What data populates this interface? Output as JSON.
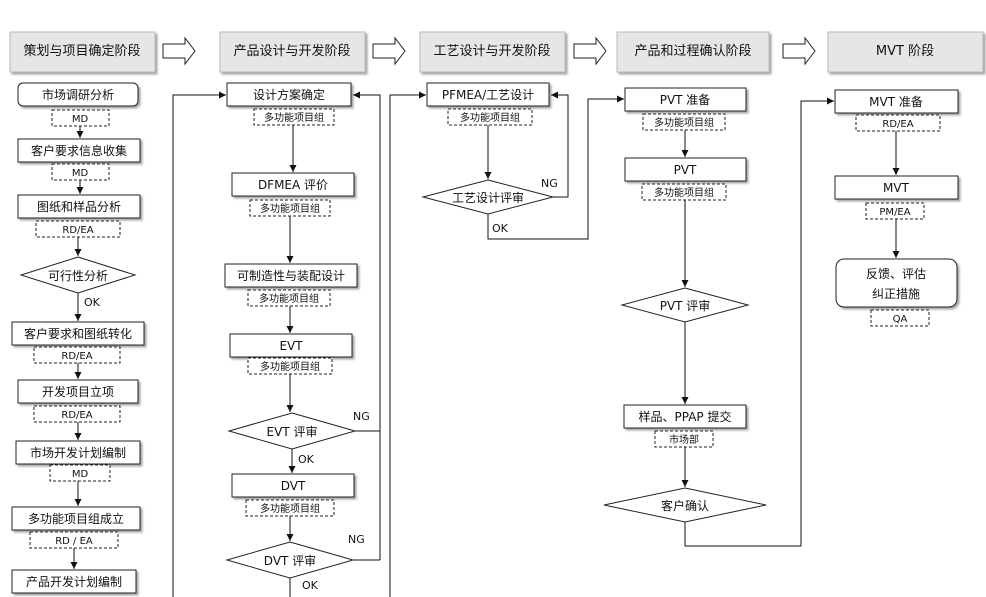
{
  "phases": [
    {
      "label": "策划与项目确定阶段"
    },
    {
      "label": "产品设计与开发阶段"
    },
    {
      "label": "工艺设计与开发阶段"
    },
    {
      "label": "产品和过程确认阶段"
    },
    {
      "label": "MVT 阶段"
    }
  ],
  "phase1": {
    "market_research": "市场调研分析",
    "market_research_owner": "MD",
    "customer_info": "客户要求信息收集",
    "customer_info_owner": "MD",
    "drawing_analysis": "图纸和样品分析",
    "drawing_analysis_owner": "RD/EA",
    "feasibility": "可行性分析",
    "feasibility_ok": "OK",
    "requirement_conversion": "客户要求和图纸转化",
    "requirement_conversion_owner": "RD/EA",
    "project_initiation": "开发项目立项",
    "project_initiation_owner": "RD/EA",
    "market_plan": "市场开发计划编制",
    "market_plan_owner": "MD",
    "team_setup": "多功能项目组成立",
    "team_setup_owner": "RD / EA",
    "dev_plan": "产品开发计划编制"
  },
  "phase2": {
    "design_confirm": "设计方案确定",
    "design_confirm_owner": "多功能项目组",
    "dfmea": "DFMEA 评价",
    "dfmea_owner": "多功能项目组",
    "dfm": "可制造性与装配设计",
    "dfm_owner": "多功能项目组",
    "evt": "EVT",
    "evt_owner": "多功能项目组",
    "evt_review": "EVT 评审",
    "evt_ng": "NG",
    "evt_ok": "OK",
    "dvt": "DVT",
    "dvt_owner": "多功能项目组",
    "dvt_review": "DVT 评审",
    "dvt_ng": "NG",
    "dvt_ok": "OK"
  },
  "phase3": {
    "pfmea": "PFMEA/工艺设计",
    "pfmea_owner": "多功能项目组",
    "process_review": "工艺设计评审",
    "process_ng": "NG",
    "process_ok": "OK"
  },
  "phase4": {
    "pvt_prep": "PVT 准备",
    "pvt_prep_owner": "多功能项目组",
    "pvt": "PVT",
    "pvt_owner": "多功能项目组",
    "pvt_review": "PVT 评审",
    "ppap": "样品、PPAP 提交",
    "ppap_owner": "市场部",
    "customer_confirm": "客户确认"
  },
  "phase5": {
    "mvt_prep": "MVT 准备",
    "mvt_prep_owner": "RD/EA",
    "mvt": "MVT",
    "mvt_owner": "PM/EA",
    "feedback_line1": "反馈、评估",
    "feedback_line2": "纠正措施",
    "feedback_owner": "QA"
  }
}
